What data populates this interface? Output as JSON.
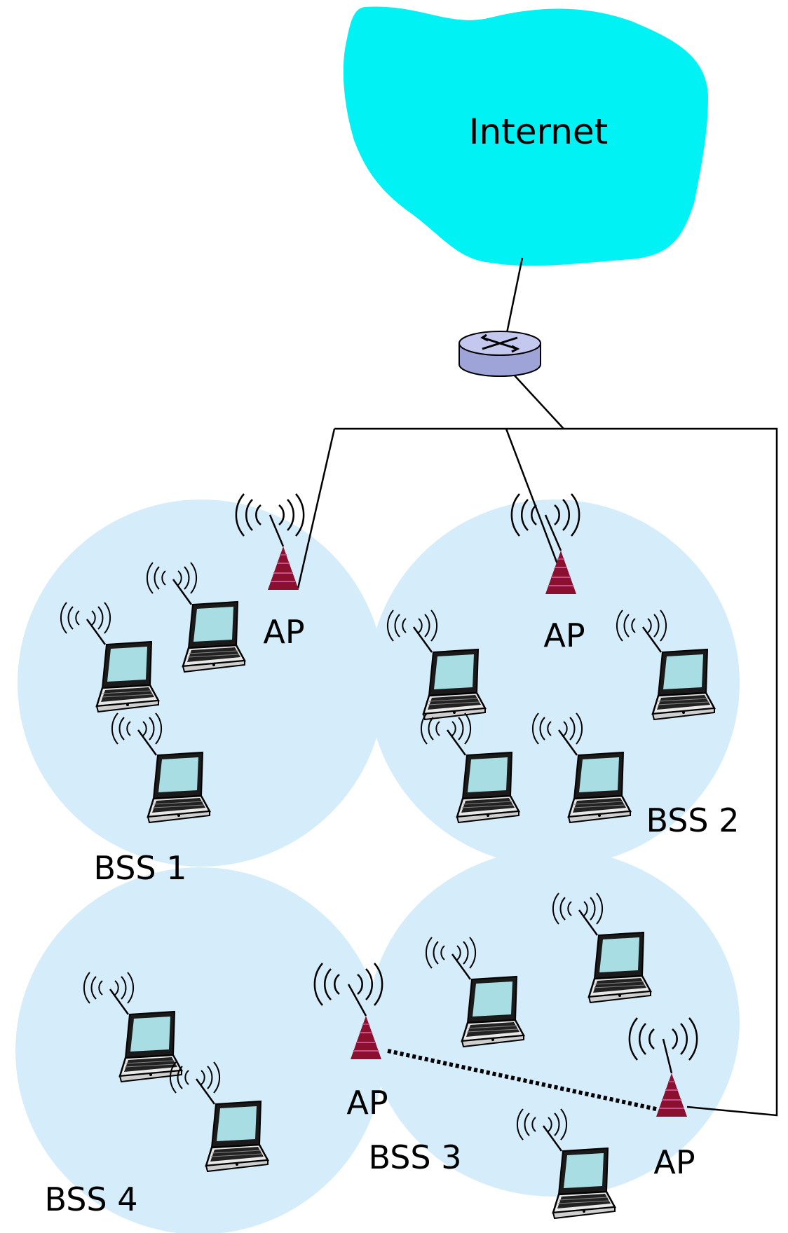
{
  "internet": {
    "label": "Internet"
  },
  "access_points": [
    {
      "id": "ap1",
      "label": "AP"
    },
    {
      "id": "ap2",
      "label": "AP"
    },
    {
      "id": "ap3",
      "label": "AP"
    },
    {
      "id": "ap4",
      "label": "AP"
    }
  ],
  "bss": [
    {
      "id": "bss1",
      "label": "BSS 1"
    },
    {
      "id": "bss2",
      "label": "BSS 2"
    },
    {
      "id": "bss3",
      "label": "BSS 3"
    },
    {
      "id": "bss4",
      "label": "BSS 4"
    }
  ],
  "colors": {
    "internet_cloud": "#00f2f4",
    "bss_cell": "#d5edfb",
    "ap_tower": "#8b1030",
    "router_body": "#b8bce8",
    "laptop_screen": "#a7dde3",
    "laptop_body": "#e8e8e8"
  },
  "icons": [
    "internet-cloud-icon",
    "router-icon",
    "access-point-icon",
    "laptop-icon",
    "wireless-signal-icon"
  ]
}
